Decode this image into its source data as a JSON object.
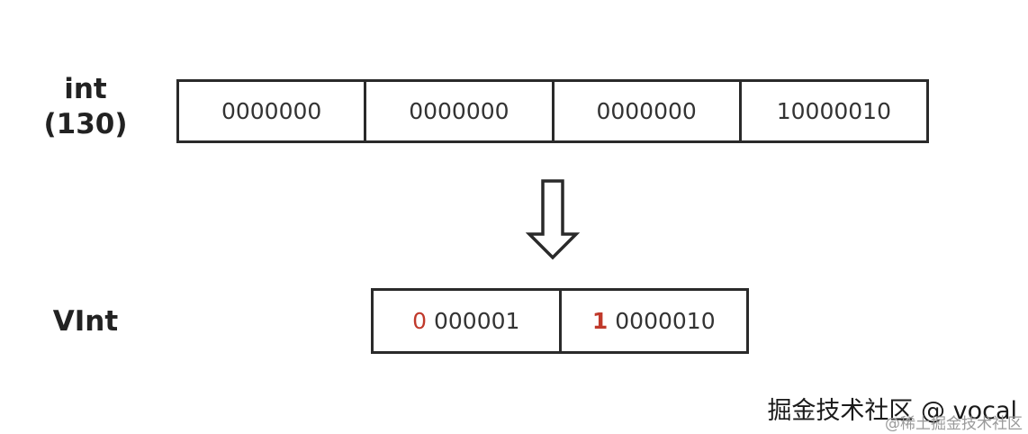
{
  "int_label_line1": "int",
  "int_label_line2": "(130)",
  "int_bytes": [
    "0000000",
    "0000000",
    "0000000",
    "10000010"
  ],
  "vint_label": "VInt",
  "vint_bytes": [
    {
      "flag": "0",
      "bits": "000001"
    },
    {
      "flag": "1",
      "bits": "0000010"
    }
  ],
  "watermark": "掘金技术社区 @ vocal",
  "watermark_sub": "@稀土掘金技术社区",
  "colors": {
    "flag": "#c0392b",
    "stroke": "#2a2a2a",
    "text": "#333333"
  },
  "icons": {
    "arrow": "down-arrow-icon"
  }
}
